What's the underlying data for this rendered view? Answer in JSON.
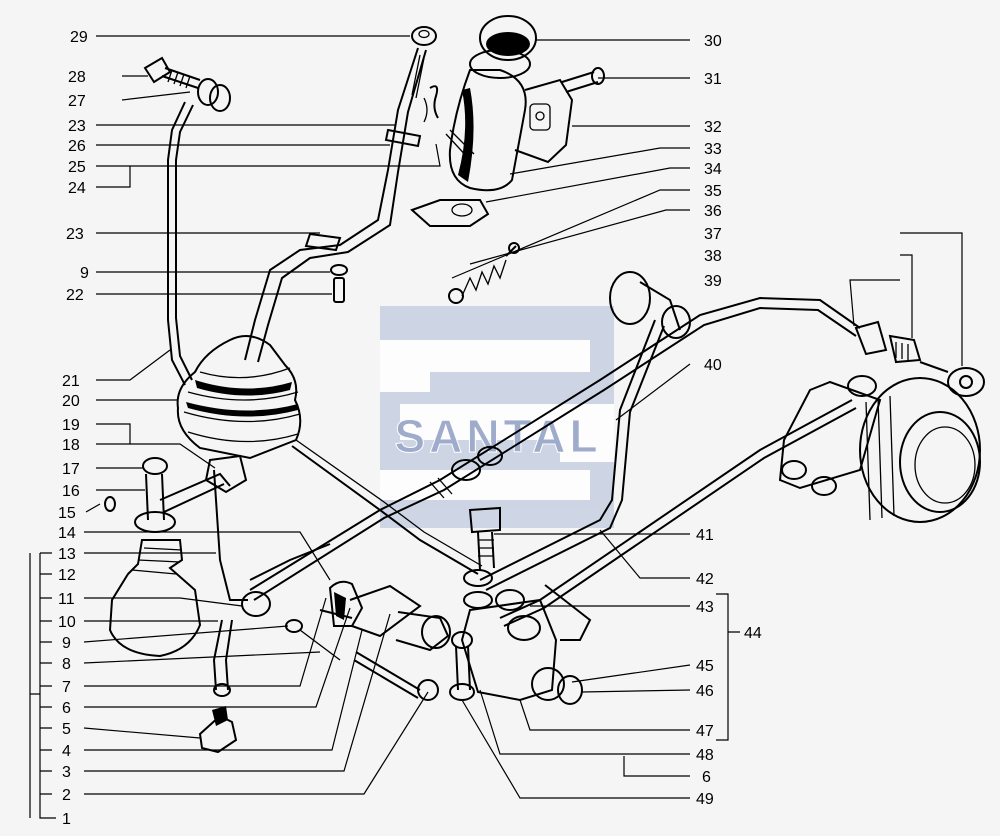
{
  "watermark": {
    "text": "SANTAL",
    "color": "#8f9fc4",
    "fill_color": "#c7cfe2"
  },
  "labels_left": [
    "29",
    "28",
    "27",
    "23",
    "26",
    "25",
    "24",
    "23",
    "9",
    "22",
    "21",
    "20",
    "19",
    "18",
    "17",
    "16",
    "15",
    "14",
    "13",
    "12",
    "11",
    "10",
    "9",
    "8",
    "7",
    "6",
    "5",
    "4",
    "3",
    "2",
    "1"
  ],
  "labels_right": [
    "30",
    "31",
    "32",
    "33",
    "34",
    "35",
    "36",
    "37",
    "38",
    "39",
    "40",
    "41",
    "42",
    "43",
    "44",
    "45",
    "46",
    "47",
    "48",
    "6",
    "49"
  ]
}
